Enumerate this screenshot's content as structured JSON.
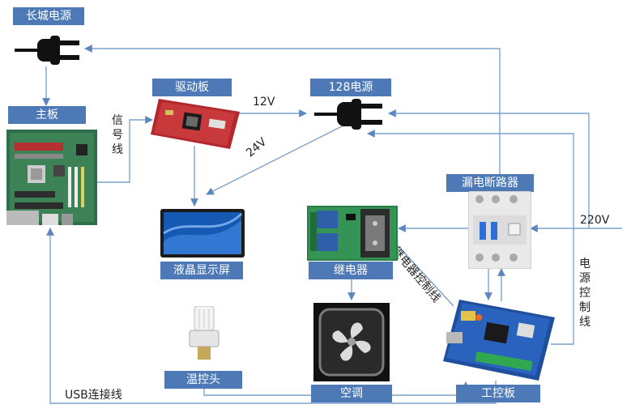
{
  "labels": {
    "great_wall_power": "长城电源",
    "mainboard": "主板",
    "driver_board": "驱动板",
    "power_128": "128电源",
    "lcd_screen": "液晶显示屏",
    "relay": "继电器",
    "leakage_breaker": "漏电断路器",
    "thermostat_head": "温控头",
    "air_conditioner": "空调",
    "control_board": "工控板"
  },
  "edge_labels": {
    "signal_line": "信号线",
    "v12": "12V",
    "v24": "24V",
    "v220": "220V",
    "relay_control_line": "继电器控制线",
    "power_control_line": "电源控制线",
    "usb_line": "USB连接线"
  },
  "colors": {
    "label_bg": "#4d7ab6",
    "wire": "#7da2cc"
  }
}
